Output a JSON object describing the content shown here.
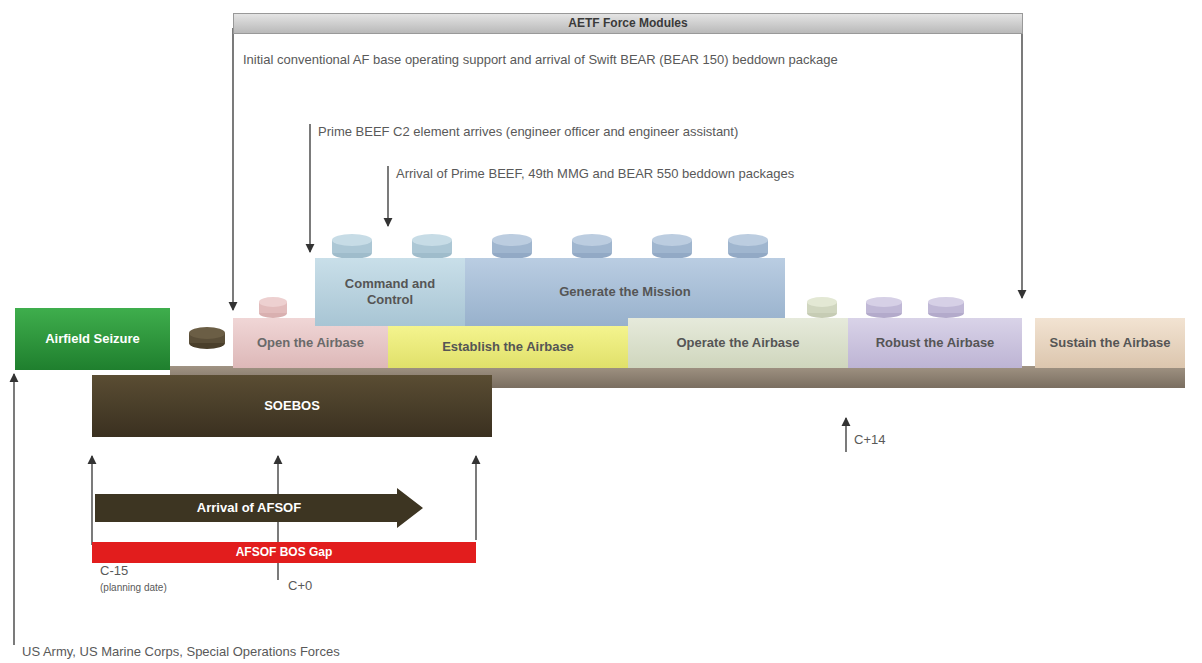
{
  "diagram": {
    "nodes": [
      {
        "text": [
          "AETF Force Modules"
        ]
      },
      {
        "text": [
          "Airfield Seizure"
        ]
      },
      {
        "text": [
          "SOEBOS"
        ]
      },
      {
        "text": [
          "Open the Airbase"
        ]
      },
      {
        "text": [
          "Command and Control"
        ]
      },
      {
        "text": [
          "Generate the Mission"
        ]
      },
      {
        "text": [
          "Establish the Airbase"
        ]
      },
      {
        "text": [
          "Operate the Airbase"
        ]
      },
      {
        "text": [
          "Robust the Airbase"
        ]
      },
      {
        "text": [
          "Sustain the Airbase"
        ]
      },
      {
        "text": [
          "Arrival of AFSOF"
        ]
      },
      {
        "text": [
          "AFSOF BOS Gap"
        ]
      }
    ],
    "labels": [
      "Initial conventional AF base operating support and arrival of Swift BEAR (BEAR 150) beddown package",
      "Prime BEEF C2 element arrives (engineer officer and engineer assistant)",
      "Arrival of Prime BEEF, 49th MMG and BEAR 550 beddown packages",
      "C-15",
      "(planning date)",
      "C+0",
      "C+14",
      "US Army, US Marine Corps, Special Operations Forces"
    ]
  }
}
